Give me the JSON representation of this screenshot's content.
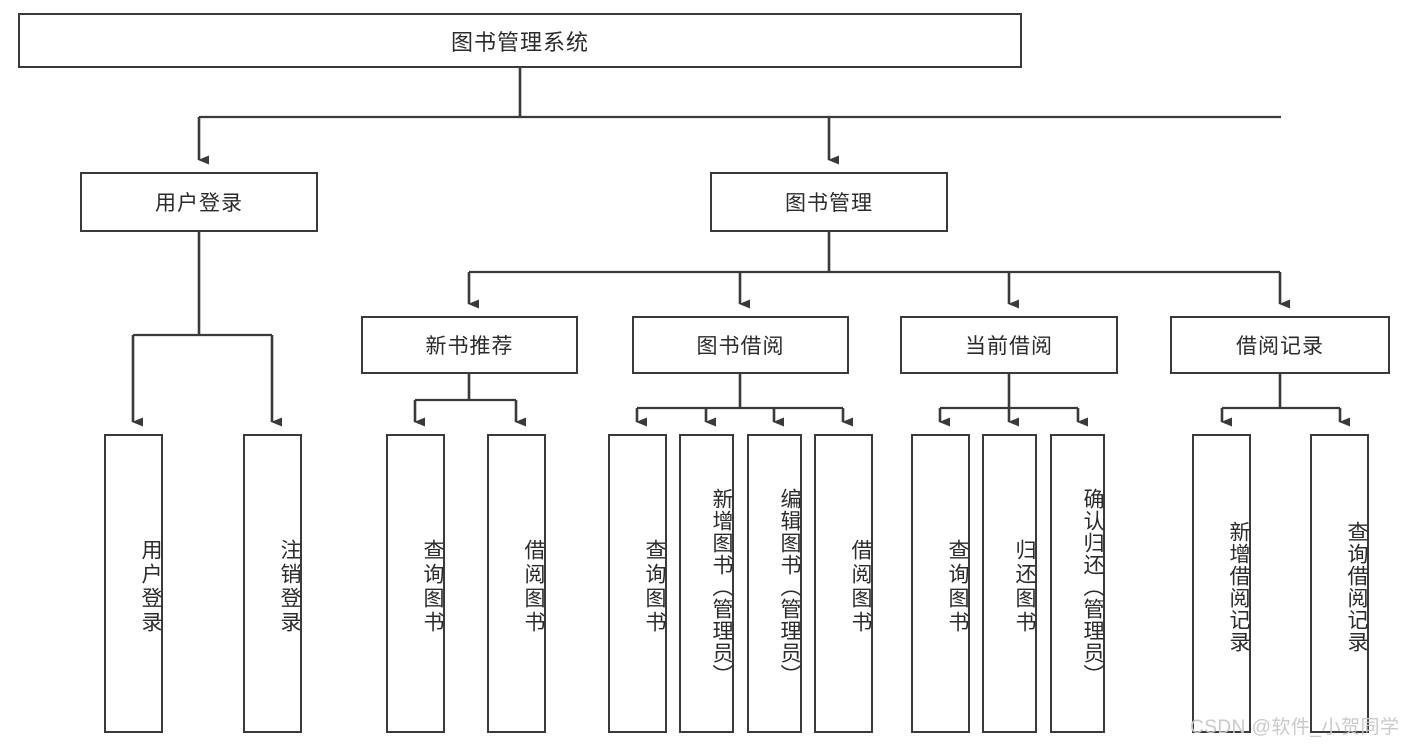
{
  "diagram": {
    "type": "tree",
    "title": "图书管理系统",
    "root": {
      "label": "图书管理系统"
    },
    "level2": [
      {
        "label": "用户登录"
      },
      {
        "label": "图书管理"
      }
    ],
    "level3": [
      {
        "label": "新书推荐"
      },
      {
        "label": "图书借阅"
      },
      {
        "label": "当前借阅"
      },
      {
        "label": "借阅记录"
      }
    ],
    "leaves": {
      "user_login": [
        {
          "label": "用户登录"
        },
        {
          "label": "注销登录"
        }
      ],
      "new_book_recommend": [
        {
          "label": "查询图书"
        },
        {
          "label": "借阅图书"
        }
      ],
      "book_borrow": [
        {
          "label": "查询图书"
        },
        {
          "label": "新增图书（管理员）"
        },
        {
          "label": "编辑图书（管理员）"
        },
        {
          "label": "借阅图书"
        }
      ],
      "current_borrow": [
        {
          "label": "查询图书"
        },
        {
          "label": "归还图书"
        },
        {
          "label": "确认归还（管理员）"
        }
      ],
      "borrow_record": [
        {
          "label": "新增借阅记录"
        },
        {
          "label": "查询借阅记录"
        }
      ]
    }
  },
  "watermark": {
    "text": "CSDN @软件_小贺同学"
  },
  "colors": {
    "box_border": "#3a3a3a",
    "line": "#3a3a3a",
    "text": "#2b2b2b",
    "background": "#ffffff",
    "watermark": "#c9c9c9"
  }
}
